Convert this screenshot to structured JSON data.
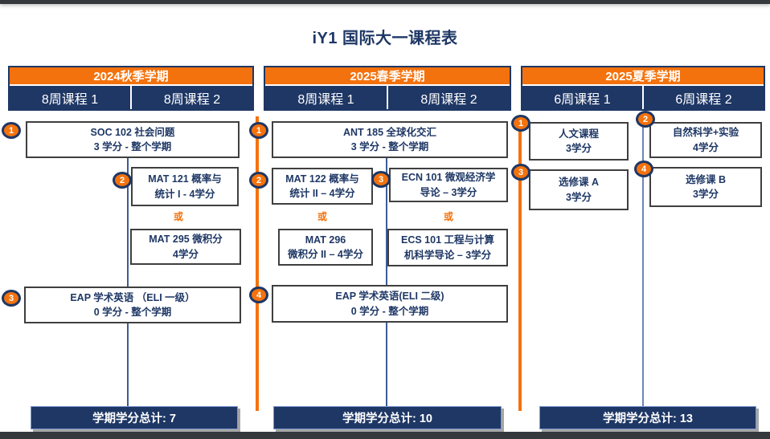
{
  "page": {
    "title": "iY1 国际大一课程表"
  },
  "labels": {
    "or": "或"
  },
  "colors": {
    "orange": "#F4720D",
    "navy": "#1E3765",
    "lineblue": "#3E5C96",
    "boxborder": "#3F3F3F",
    "chrome": "#35383C"
  },
  "semesters": [
    {
      "name": "2024秋季学期",
      "sessions": [
        "8周课程 1",
        "8周课程 2"
      ],
      "total": "学期学分总计: 7",
      "courses": [
        {
          "badge": "1",
          "line1": "SOC 102 社会问题",
          "line2": "3 学分 - 整个学期"
        },
        {
          "badge": "2",
          "line1": "MAT 121 概率与",
          "line2": "统计 I - 4学分"
        },
        {
          "badge": "",
          "line1": "MAT 295 微积分",
          "line2": "4学分"
        },
        {
          "badge": "3",
          "line1": "EAP 学术英语 （ELI 一级）",
          "line2": "0 学分 - 整个学期"
        }
      ]
    },
    {
      "name": "2025春季学期",
      "sessions": [
        "8周课程 1",
        "8周课程 2"
      ],
      "total": "学期学分总计: 10",
      "courses": [
        {
          "badge": "1",
          "line1": "ANT 185 全球化交汇",
          "line2": "3 学分 - 整个学期"
        },
        {
          "badge": "2",
          "line1": "MAT 122 概率与",
          "line2": "统计 II – 4学分"
        },
        {
          "badge": "3",
          "line1": "ECN 101 微观经济学",
          "line2": "导论 – 3学分"
        },
        {
          "badge": "",
          "line1": "MAT 296",
          "line2": "微积分 II – 4学分"
        },
        {
          "badge": "",
          "line1": "ECS 101 工程与计算",
          "line2": "机科学导论 – 3学分"
        },
        {
          "badge": "4",
          "line1": "EAP 学术英语(ELI 二级)",
          "line2": "0 学分 - 整个学期"
        }
      ]
    },
    {
      "name": "2025夏季学期",
      "sessions": [
        "6周课程 1",
        "6周课程 2"
      ],
      "total": "学期学分总计: 13",
      "courses": [
        {
          "badge": "1",
          "line1": "人文课程",
          "line2": "3学分"
        },
        {
          "badge": "2",
          "line1": "自然科学+实验",
          "line2": "4学分"
        },
        {
          "badge": "3",
          "line1": "选修课 A",
          "line2": "3学分"
        },
        {
          "badge": "4",
          "line1": "选修课 B",
          "line2": "3学分"
        }
      ]
    }
  ]
}
